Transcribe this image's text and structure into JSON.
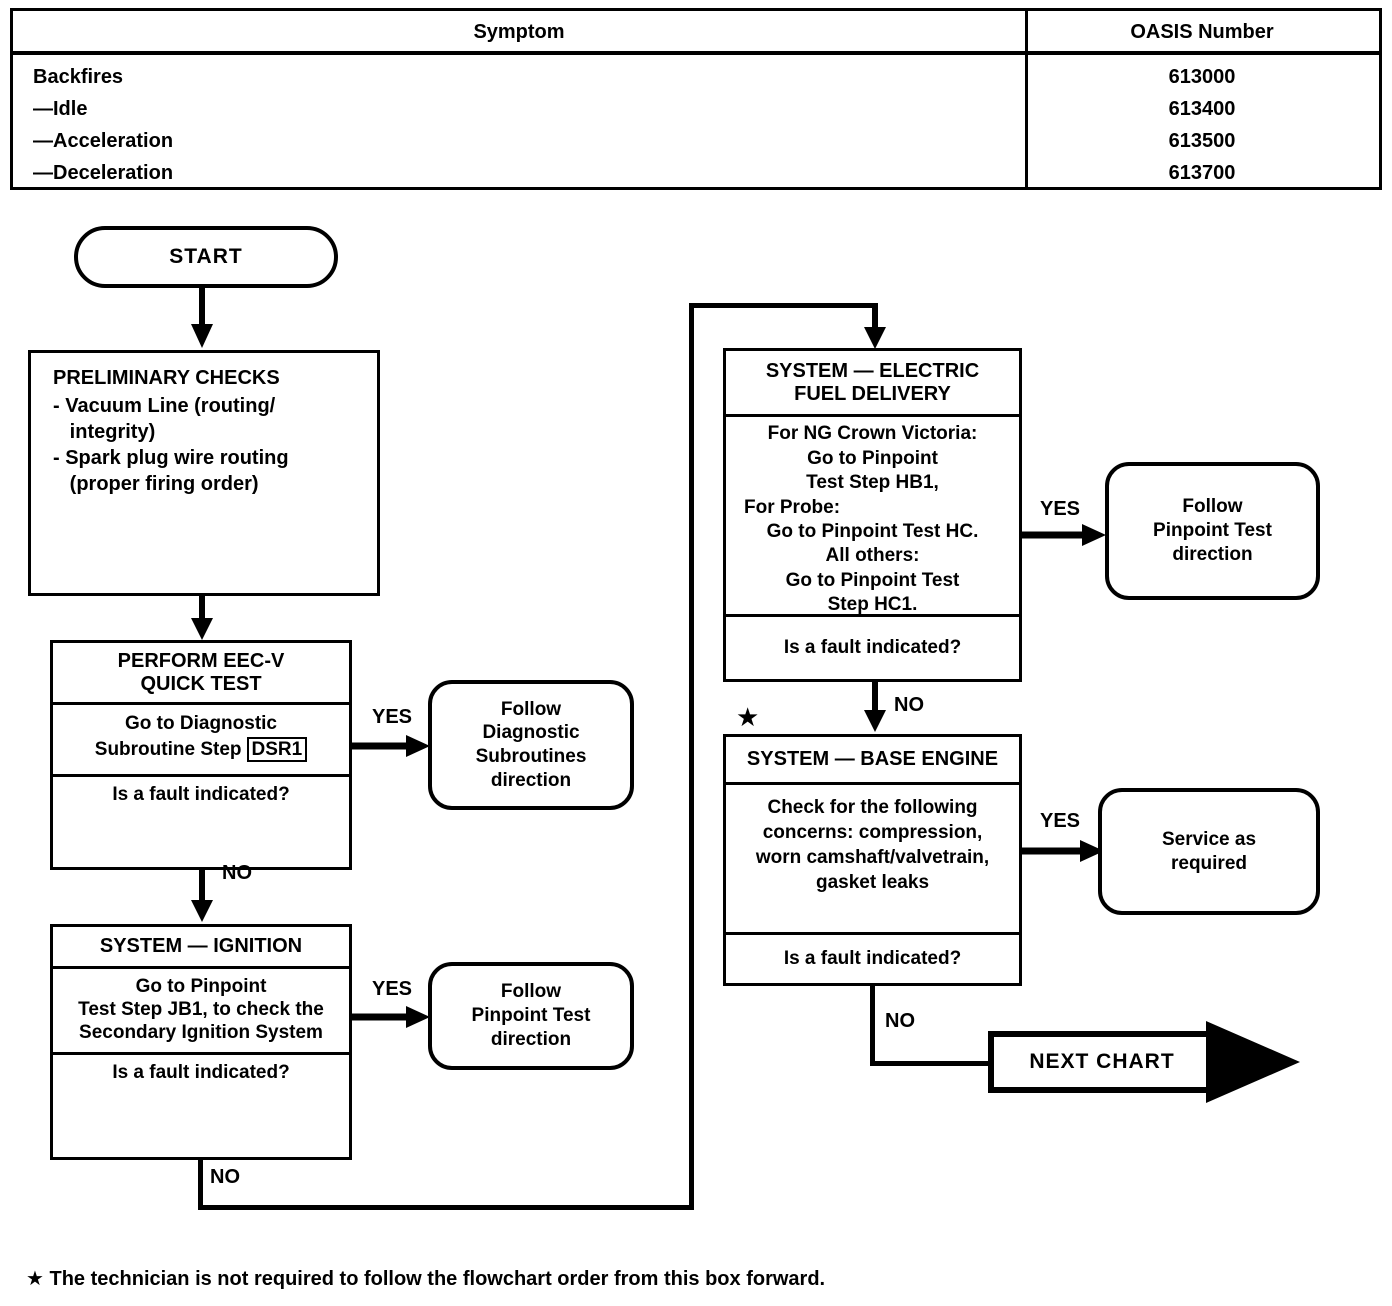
{
  "table": {
    "headers": [
      "Symptom",
      "OASIS Number"
    ],
    "rows": [
      {
        "symptom": "Backfires",
        "oasis": "613000"
      },
      {
        "symptom": "—Idle",
        "oasis": "613400"
      },
      {
        "symptom": "—Acceleration",
        "oasis": "613500"
      },
      {
        "symptom": "—Deceleration",
        "oasis": "613700"
      }
    ]
  },
  "flow": {
    "start": "START",
    "preliminary_checks": {
      "title": "PRELIMINARY CHECKS",
      "items": [
        "- Vacuum Line (routing/",
        "   integrity)",
        "- Spark plug wire routing",
        "   (proper firing order)"
      ]
    },
    "quick_test": {
      "header": "PERFORM EEC-V\nQUICK TEST",
      "action_line1": "Go to Diagnostic",
      "action_line2": "Subroutine Step",
      "boxed_step": "DSR1",
      "question": "Is a fault indicated?"
    },
    "quick_test_yes": {
      "label": "YES",
      "text": "Follow\nDiagnostic\nSubroutines\ndirection"
    },
    "quick_test_no": "NO",
    "ignition": {
      "header": "SYSTEM — IGNITION",
      "action": "Go to Pinpoint\nTest Step JB1, to check the\nSecondary Ignition System",
      "question": "Is a fault indicated?"
    },
    "ignition_yes": {
      "label": "YES",
      "text": "Follow\nPinpoint Test\ndirection"
    },
    "ignition_no": "NO",
    "fuel_delivery": {
      "header": "SYSTEM — ELECTRIC\nFUEL DELIVERY",
      "ng_crown_label": "For NG Crown Victoria:",
      "ng_crown_action": "Go to Pinpoint\nTest Step HB1,",
      "probe_label": "For Probe:",
      "probe_action": "Go to Pinpoint Test HC.",
      "others_label": "All others:",
      "others_action": "Go to Pinpoint Test\nStep HC1.",
      "question": "Is a fault indicated?"
    },
    "fuel_delivery_yes": {
      "label": "YES",
      "text": "Follow\nPinpoint Test\ndirection"
    },
    "fuel_delivery_no": "NO",
    "base_engine": {
      "star": "★",
      "header": "SYSTEM — BASE ENGINE",
      "action": "Check for the following\nconcerns: compression,\nworn camshaft/valvetrain,\ngasket leaks",
      "question": "Is a fault indicated?"
    },
    "base_engine_yes": {
      "label": "YES",
      "text": "Service as\nrequired"
    },
    "base_engine_no": "NO",
    "next_chart": "NEXT  CHART"
  },
  "footnote": "★ The technician is not required to follow the flowchart order from this box forward."
}
